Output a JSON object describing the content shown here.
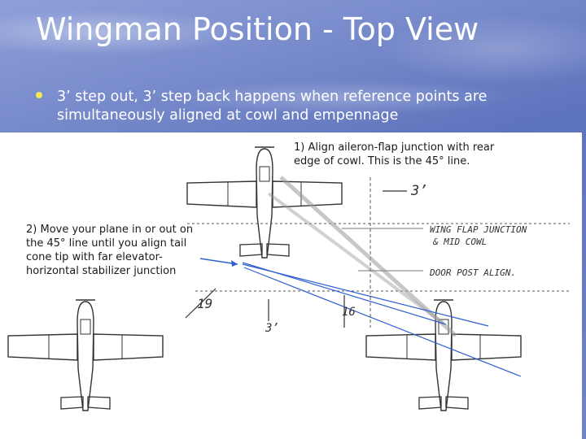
{
  "slide": {
    "title": "Wingman Position - Top View",
    "bullets": [
      "3’ step out, 3’ step back happens when reference points are simultaneously aligned at cowl and empennage"
    ]
  },
  "figure": {
    "caption_1": "1) Align aileron-flap junction with rear edge of cowl. This is the 45° line.",
    "caption_2": "2) Move your plane in or out on the 45° line until you align tail cone tip with far elevator-horizontal stabilizer junction",
    "handwritten": {
      "top_3ft": "3’",
      "wing_flap_line1": "WING FLAP JUNCTION",
      "wing_flap_line2": "& MID COWL",
      "door_post": "DOOR POST ALIGN.",
      "dist_19": "19",
      "dist_16": "16",
      "bottom_3ft": "3’"
    }
  },
  "colors": {
    "bullet": "#f5e65a",
    "title": "#ffffff",
    "alignment_lines": "#2f5fd0"
  }
}
